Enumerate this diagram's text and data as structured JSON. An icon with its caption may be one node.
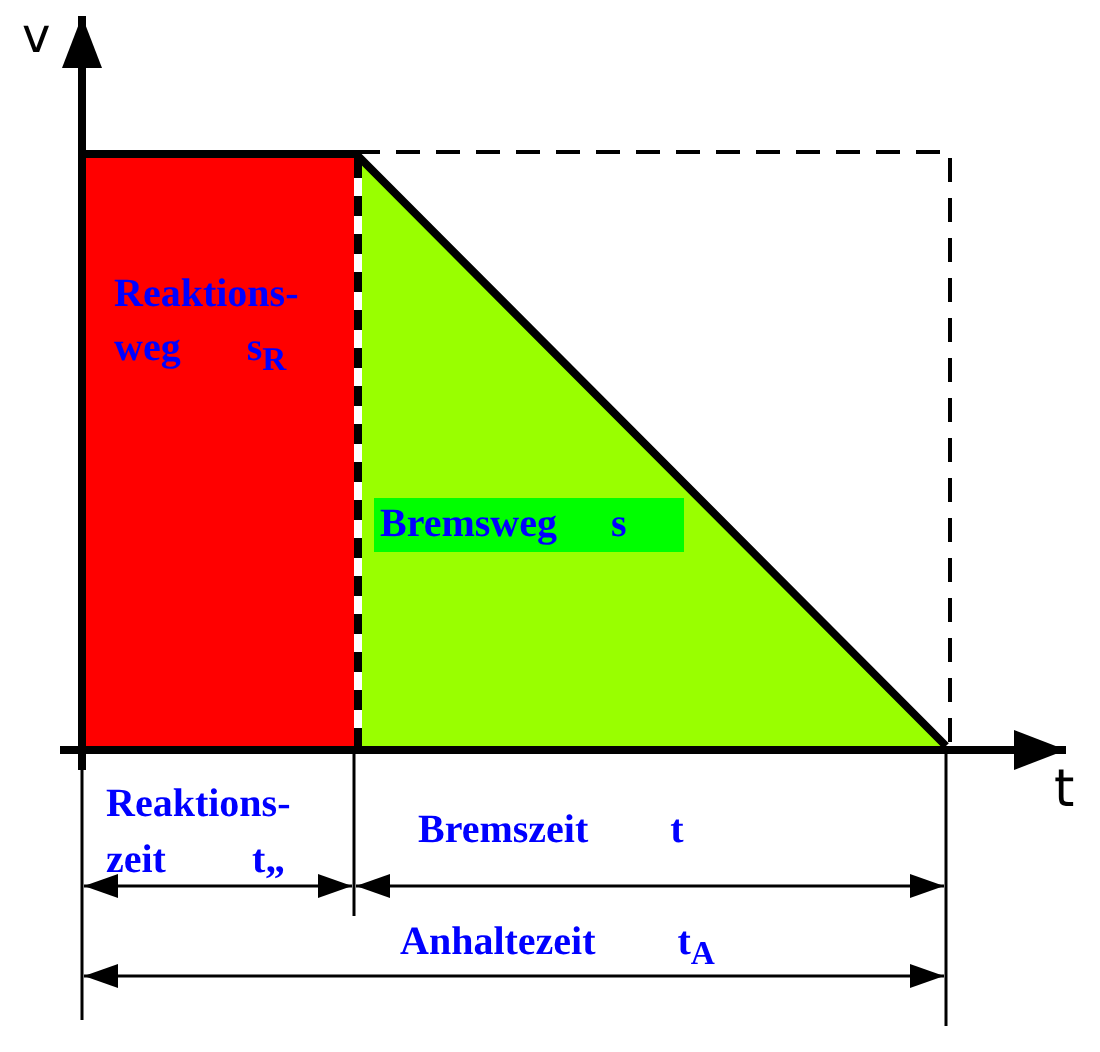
{
  "diagram": {
    "nodes": [
      {
        "text": [
          "Reaktions- weg s$_{R}$"
        ]
      },
      {
        "text": [
          "Bremsweg s"
        ]
      }
    ],
    "labels": [
      "v",
      "t",
      "Reaktions- zeit t„",
      "Bremszeit t",
      "Anhaltezeit t$_{A}$"
    ]
  }
}
